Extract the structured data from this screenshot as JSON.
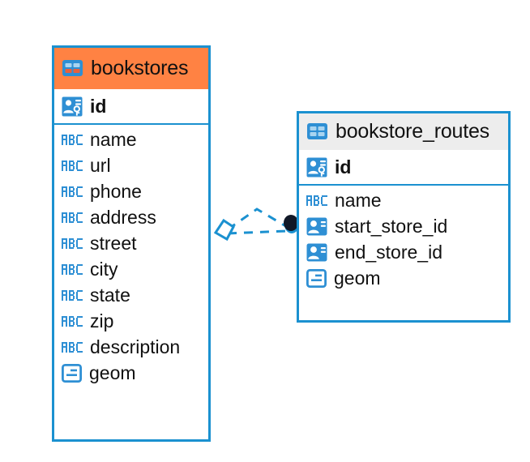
{
  "diagram": {
    "type": "entity-relationship-diagram",
    "background": "#FFFFFF",
    "accent_color": "#1B91D0",
    "highlight_color": "#FF8243",
    "header_color": "#EDEDED",
    "text_color": "#111111"
  },
  "tables": [
    {
      "name": "bookstores",
      "header_style": "highlighted",
      "header_color": "#FF8243",
      "table_icon": "table-grid-icon",
      "primary_key": {
        "label": "id",
        "icon": "primary-key-icon"
      },
      "fields": [
        {
          "label": "name",
          "icon": "abc-text-icon"
        },
        {
          "label": "url",
          "icon": "abc-text-icon"
        },
        {
          "label": "phone",
          "icon": "abc-text-icon"
        },
        {
          "label": "address",
          "icon": "abc-text-icon"
        },
        {
          "label": "street",
          "icon": "abc-text-icon"
        },
        {
          "label": "city",
          "icon": "abc-text-icon"
        },
        {
          "label": "state",
          "icon": "abc-text-icon"
        },
        {
          "label": "zip",
          "icon": "abc-text-icon"
        },
        {
          "label": "description",
          "icon": "abc-text-icon"
        },
        {
          "label": "geom",
          "icon": "geometry-icon"
        }
      ]
    },
    {
      "name": "bookstore_routes",
      "header_style": "normal",
      "header_color": "#EDEDED",
      "table_icon": "table-grid-icon",
      "primary_key": {
        "label": "id",
        "icon": "primary-key-icon"
      },
      "fields": [
        {
          "label": "name",
          "icon": "abc-text-icon"
        },
        {
          "label": "start_store_id",
          "icon": "foreign-key-icon"
        },
        {
          "label": "end_store_id",
          "icon": "foreign-key-icon"
        },
        {
          "label": "geom",
          "icon": "geometry-icon"
        }
      ]
    }
  ],
  "relationship": {
    "from_table": "bookstores",
    "to_table": "bookstore_routes",
    "line_style": "dashed",
    "line_color": "#1B91D0",
    "source_endpoint": "diamond-marker",
    "target_endpoint": "filled-circle-marker",
    "target_marker_color": "#111827"
  }
}
